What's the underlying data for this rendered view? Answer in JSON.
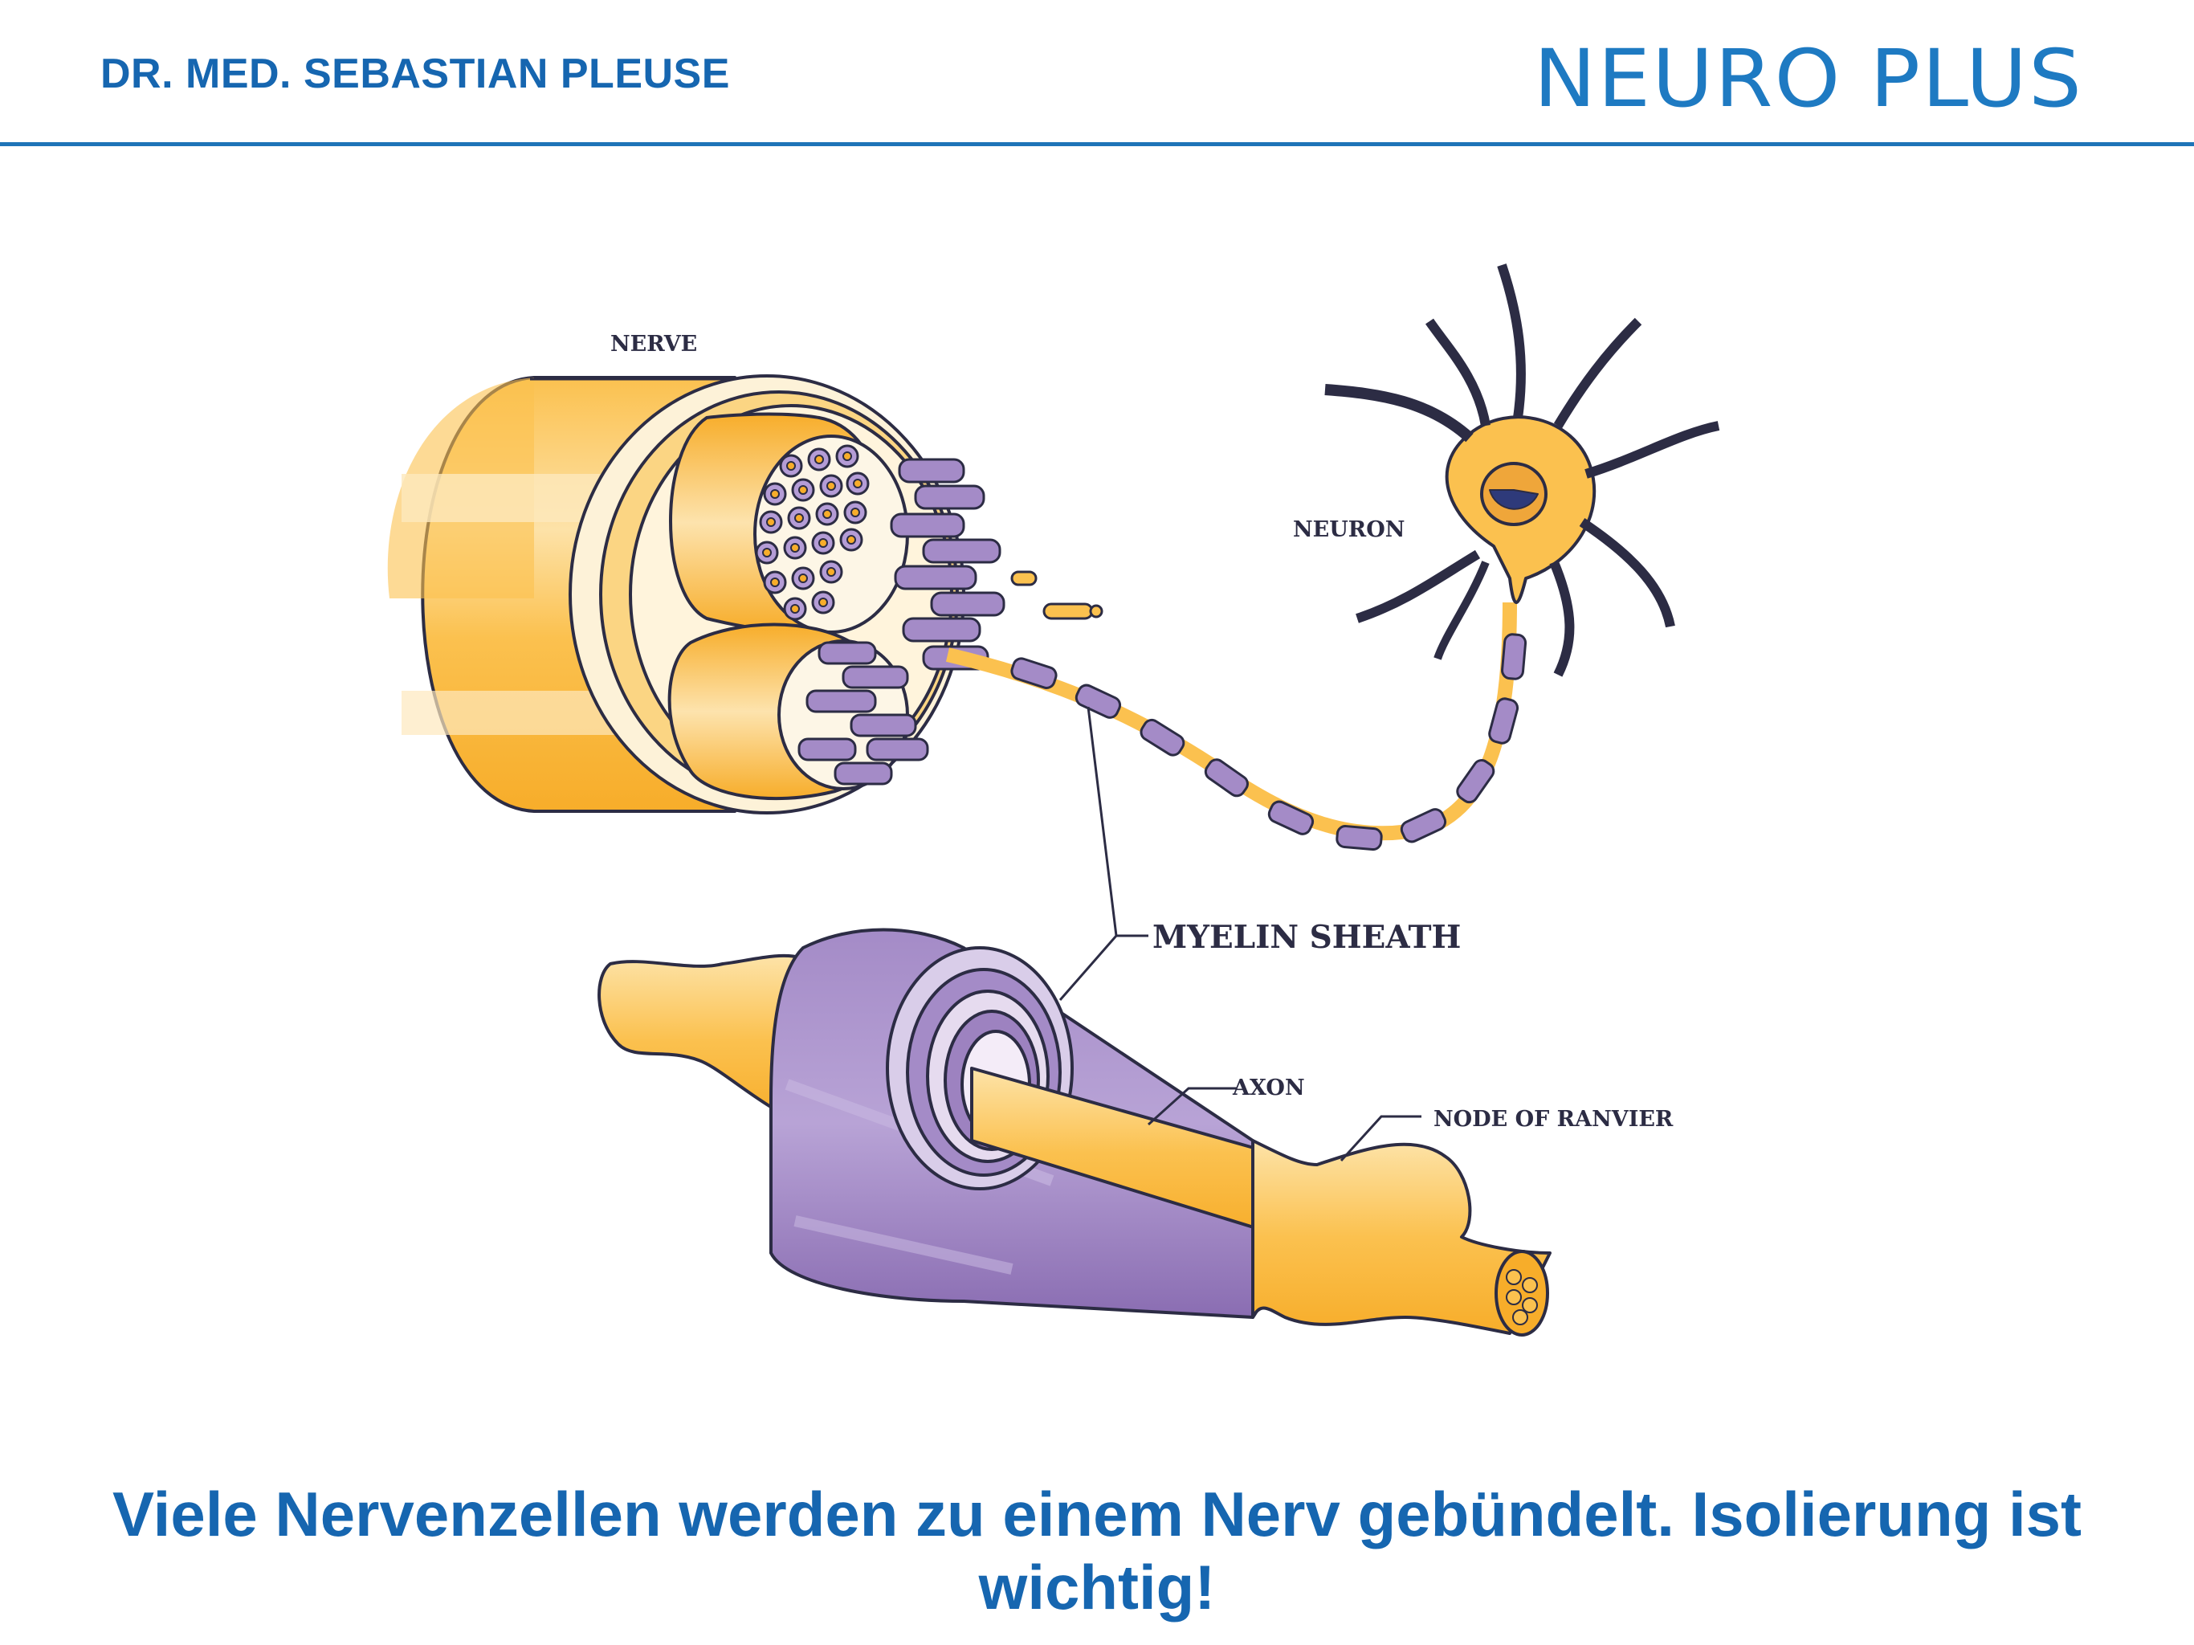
{
  "header": {
    "author": "DR. MED. SEBASTIAN PLEUSE",
    "brand": "NEURO PLUS"
  },
  "diagram": {
    "labels": {
      "nerve": "NERVE",
      "neuron": "NEURON",
      "myelin_sheath": "MYELIN SHEATH",
      "axon": "AXON",
      "node_of_ranvier": "NODE OF RANVIER"
    }
  },
  "caption": "Viele Nervenzellen werden zu einem Nerv gebündelt. Isolierung ist wichtig!",
  "colors": {
    "brand_blue": "#1666b0",
    "nerve_yellow": "#fbc14f",
    "myelin_purple": "#9d82c0",
    "outline": "#2c2c44"
  }
}
